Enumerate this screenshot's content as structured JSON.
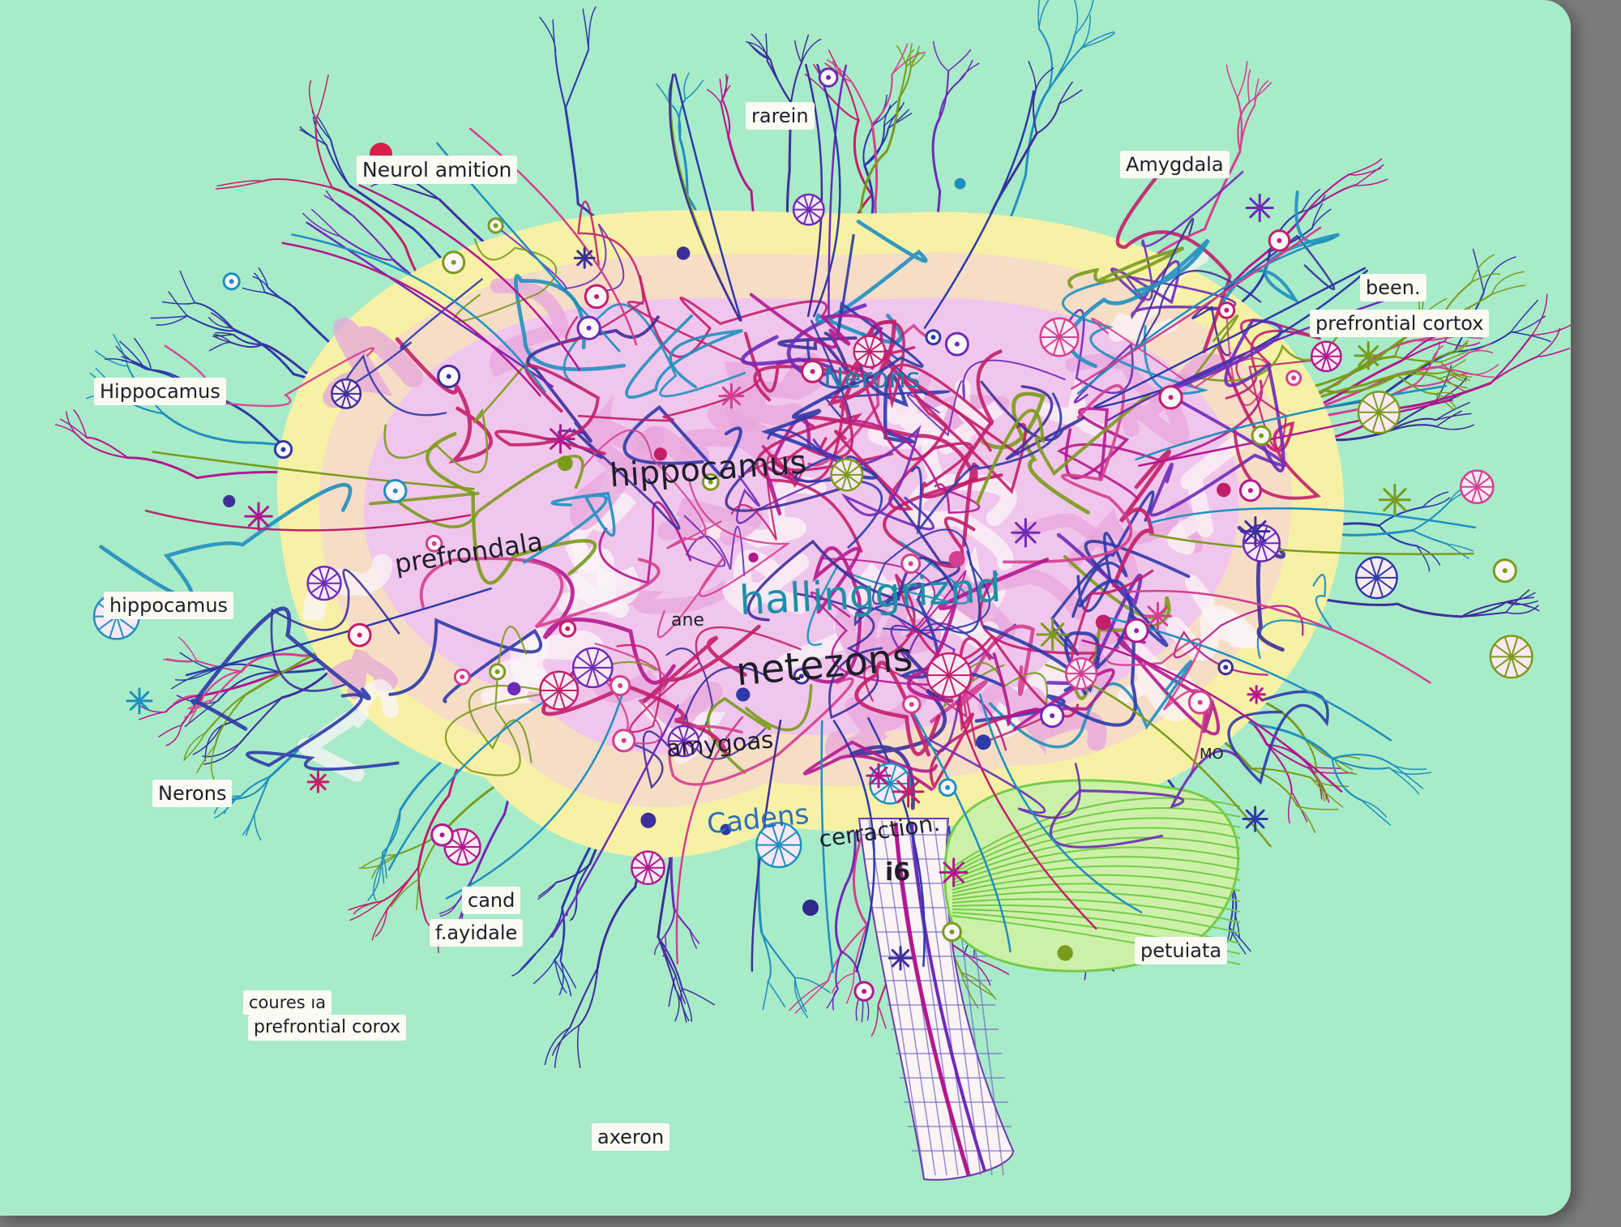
{
  "colors": {
    "background": "#a8ebc8",
    "brain_outer": "#f7f1a6",
    "brain_mid": "#f6ddc6",
    "brain_inner": "#f1c6ec",
    "cerebellum": "#cdf0a8",
    "cerebellum_lines": "#73cc47",
    "brainstem": "#fbf3f5",
    "label_paper": "#fbfbf3",
    "ink": "#1e1e2a",
    "accent_teal": "#1f8fa8",
    "accent_blue": "#2f6fb8"
  },
  "neuron_palette": [
    "#2d3aa8",
    "#b2188f",
    "#6d2bb8",
    "#1f8fbf",
    "#c21f6b",
    "#7a9b1c",
    "#3d2f9a",
    "#d43f8f"
  ],
  "labels": {
    "neurol_amition": "Neurol amition",
    "rarein": "rarein",
    "amygdala": "Amygdala",
    "been": "been.",
    "prefrontial_cortox": "prefrontial cortox",
    "hippocamus_title": "Hippocamus",
    "hippocamus_left": "hippocamus",
    "nerons_left": "Nerons",
    "cand": "cand",
    "fayidale": "f.ayidale",
    "coures": "coures ıa",
    "prefrontial_corox": "prefrontial corox",
    "axeron": "axeron",
    "petuiata": "petuiata"
  },
  "inner_labels": {
    "hippocamus": "hippocamus",
    "nerons": "Nerons",
    "prefrondala": "prefrondala",
    "ane": "ane",
    "hallinggriznd": "hallinggriznd",
    "netezons": "netezons",
    "amygoas": "amygoas",
    "cadens": "Cadens",
    "cerraction": "cerraction.",
    "i6": "i6",
    "mo": "MO"
  }
}
